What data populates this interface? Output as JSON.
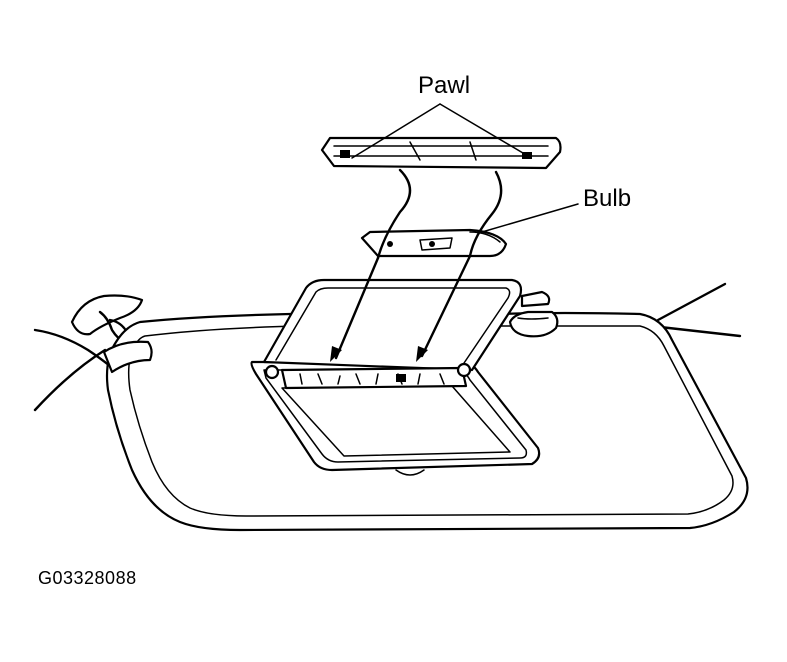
{
  "labels": {
    "pawl": "Pawl",
    "bulb": "Bulb"
  },
  "figure_id": "G03328088",
  "colors": {
    "line": "#000000",
    "background": "#ffffff"
  }
}
